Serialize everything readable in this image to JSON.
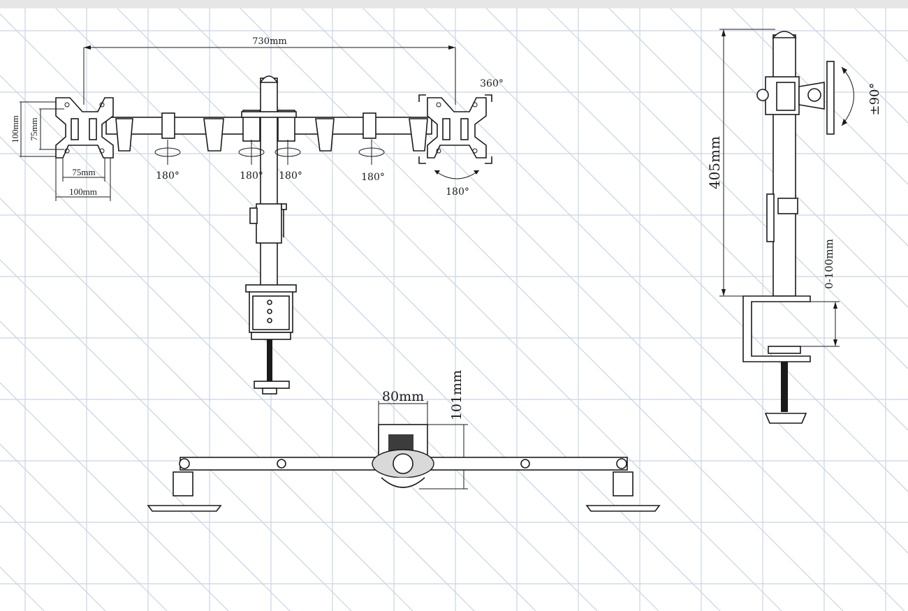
{
  "colors": {
    "background": "#ffffff",
    "grid": "#c9d4e4",
    "line": "#1a1a1a",
    "band": "#e6e6e6"
  },
  "front_view": {
    "arm_span": "730mm",
    "rotation_top": "360°",
    "rotation_bottom_right": "180°",
    "joint_rotations": [
      "180°",
      "180°",
      "180°",
      "180°"
    ],
    "vesa_height_outer": "100mm",
    "vesa_height_inner": "75mm",
    "vesa_width_inner": "75mm",
    "vesa_width_outer": "100mm"
  },
  "side_view": {
    "pole_height": "405mm",
    "tilt": "±90°",
    "desk_thickness": "0-100mm"
  },
  "top_view": {
    "base_width": "80mm",
    "base_depth": "101mm"
  }
}
